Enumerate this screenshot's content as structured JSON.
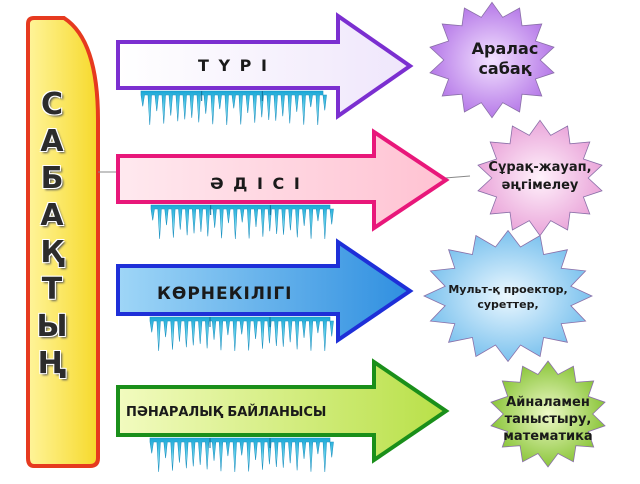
{
  "side_title": [
    "С",
    "А",
    "Б",
    "А",
    "Қ",
    "Т",
    "Ы",
    "Ң"
  ],
  "arrows": [
    {
      "label": "Т Ү Р І",
      "fill": "#ffffff",
      "stroke": "#7b2fd0"
    },
    {
      "label": "Ә Д І С І",
      "fill": "#ffd3de",
      "stroke": "#e8177a"
    },
    {
      "label": "КӨРНЕКІЛІГІ",
      "fill": "#5ab4ee",
      "stroke": "#1e2fd8"
    },
    {
      "label": "ПӘНАРАЛЫҚ БАЙЛАНЫСЫ",
      "fill": "#dcf07a",
      "stroke": "#1a8f1a"
    }
  ],
  "stars": [
    {
      "label": "Аралас\nсабақ",
      "fill": "#c48ff0"
    },
    {
      "label": "Сұрақ-жауап,\nәңгімелеу",
      "fill": "#f3c3e8"
    },
    {
      "label": "Мульт-қ проектор,\nсуреттер,",
      "fill": "#9fd3f2"
    },
    {
      "label": "Айналамен\nтаныстыру,\nматематика",
      "fill": "#a9d85a"
    }
  ],
  "colors": {
    "side_bar_fill": "#f8e84a",
    "side_bar_stroke": "#e63a1f",
    "icicle": "#2ec6e6"
  }
}
